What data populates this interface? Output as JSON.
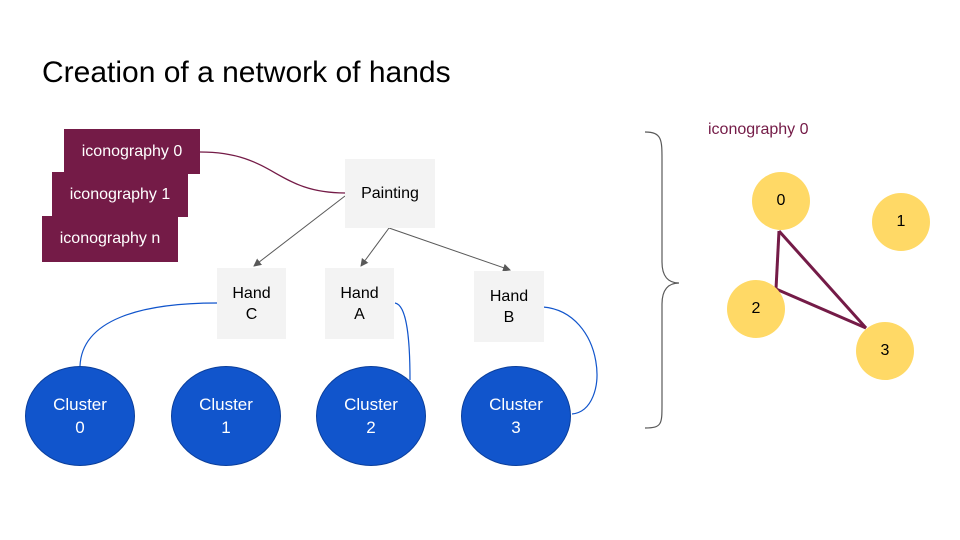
{
  "title": "Creation of a network of hands",
  "iconography_cards": [
    {
      "label": "iconography 0"
    },
    {
      "label": "iconography 1"
    },
    {
      "label": "iconography n"
    }
  ],
  "painting": {
    "label": "Painting"
  },
  "hands": [
    {
      "line1": "Hand",
      "line2": "C"
    },
    {
      "line1": "Hand",
      "line2": "A"
    },
    {
      "line1": "Hand",
      "line2": "B"
    }
  ],
  "clusters": [
    {
      "line1": "Cluster",
      "line2": "0"
    },
    {
      "line1": "Cluster",
      "line2": "1"
    },
    {
      "line1": "Cluster",
      "line2": "2"
    },
    {
      "line1": "Cluster",
      "line2": "3"
    }
  ],
  "graph": {
    "label": "iconography 0",
    "nodes": [
      "0",
      "1",
      "2",
      "3"
    ],
    "edges": [
      [
        "0",
        "2"
      ],
      [
        "0",
        "3"
      ],
      [
        "2",
        "3"
      ]
    ]
  },
  "colors": {
    "iconography": "#741b47",
    "cluster": "#1155cc",
    "graph_node": "#ffd966",
    "box": "#f3f3f3",
    "arrow": "#595959"
  }
}
